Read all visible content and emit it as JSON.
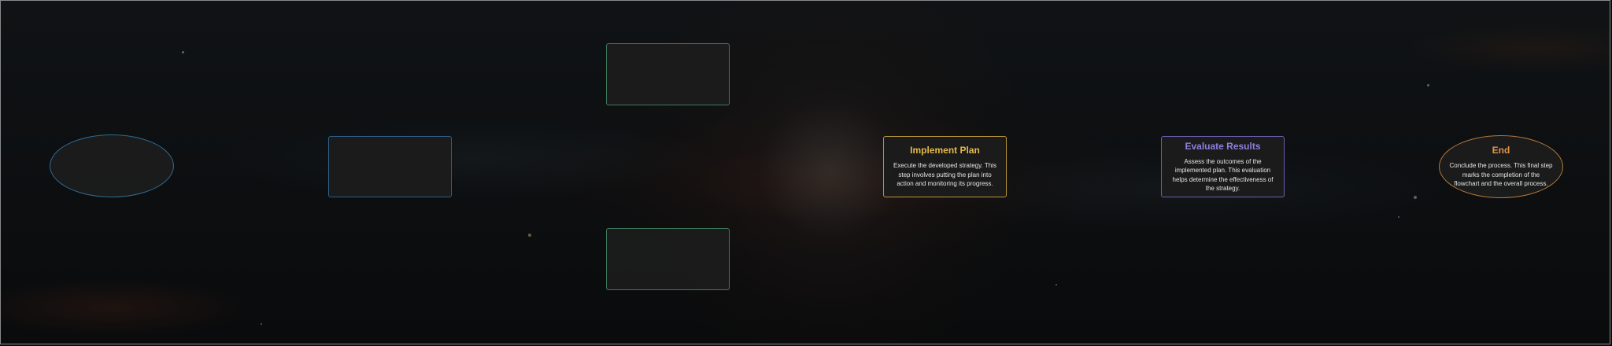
{
  "nodes": {
    "start": {
      "title": "",
      "description": "",
      "border_color": "#2f6d96"
    },
    "step_blue": {
      "title": "",
      "description": "",
      "border_color": "#2f5f86"
    },
    "branch_top": {
      "title": "",
      "description": "",
      "border_color": "#3f7a5c"
    },
    "branch_bottom": {
      "title": "",
      "description": "",
      "border_color": "#3f7a5c"
    },
    "implement": {
      "title": "Implement Plan",
      "description": "Execute the developed strategy. This step involves putting the plan into action and monitoring its progress.",
      "title_color": "#e3b94a",
      "border_color": "#b8953a"
    },
    "evaluate": {
      "title": "Evaluate Results",
      "description": "Assess the outcomes of the implemented plan. This evaluation helps determine the effectiveness of the strategy.",
      "title_color": "#8e7fe0",
      "border_color": "#6a5fb0"
    },
    "end": {
      "title": "End",
      "description": "Conclude the process. This final step marks the completion of the flowchart and the overall process.",
      "title_color": "#e0954a",
      "border_color": "#b8783a"
    }
  }
}
